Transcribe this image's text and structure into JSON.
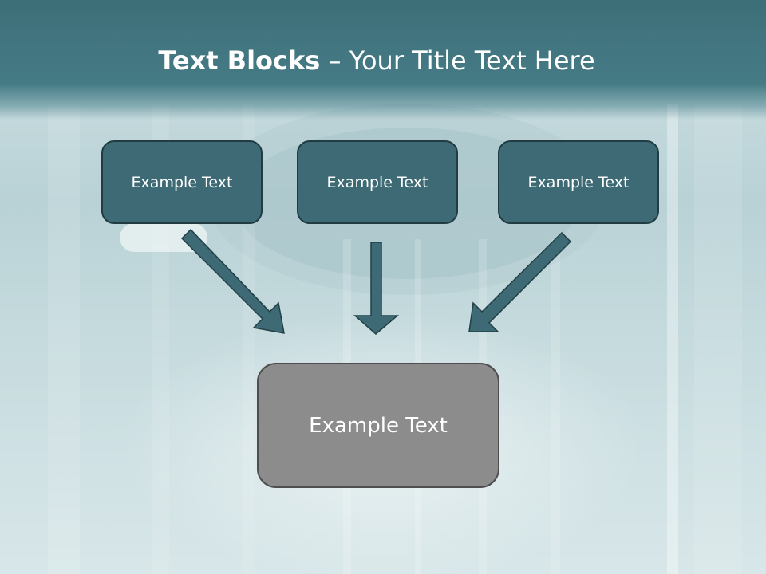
{
  "slide": {
    "title_bold": "Text Blocks",
    "title_dash": "–",
    "title_rest": "Your Title Text Here"
  },
  "blocks": {
    "top": [
      {
        "label": "Example Text"
      },
      {
        "label": "Example Text"
      },
      {
        "label": "Example Text"
      }
    ],
    "bottom": {
      "label": "Example Text"
    }
  },
  "colors": {
    "header": "#457b85",
    "block_fill": "#3d6a74",
    "block_border": "#213c43",
    "bottom_block_fill": "#8c8c8c",
    "arrow": "#3d6a74",
    "title_text": "#ffffff"
  },
  "icons": [
    "shower-head-background",
    "arrow-diagonal-right-down-icon",
    "arrow-down-icon",
    "arrow-diagonal-left-down-icon"
  ]
}
